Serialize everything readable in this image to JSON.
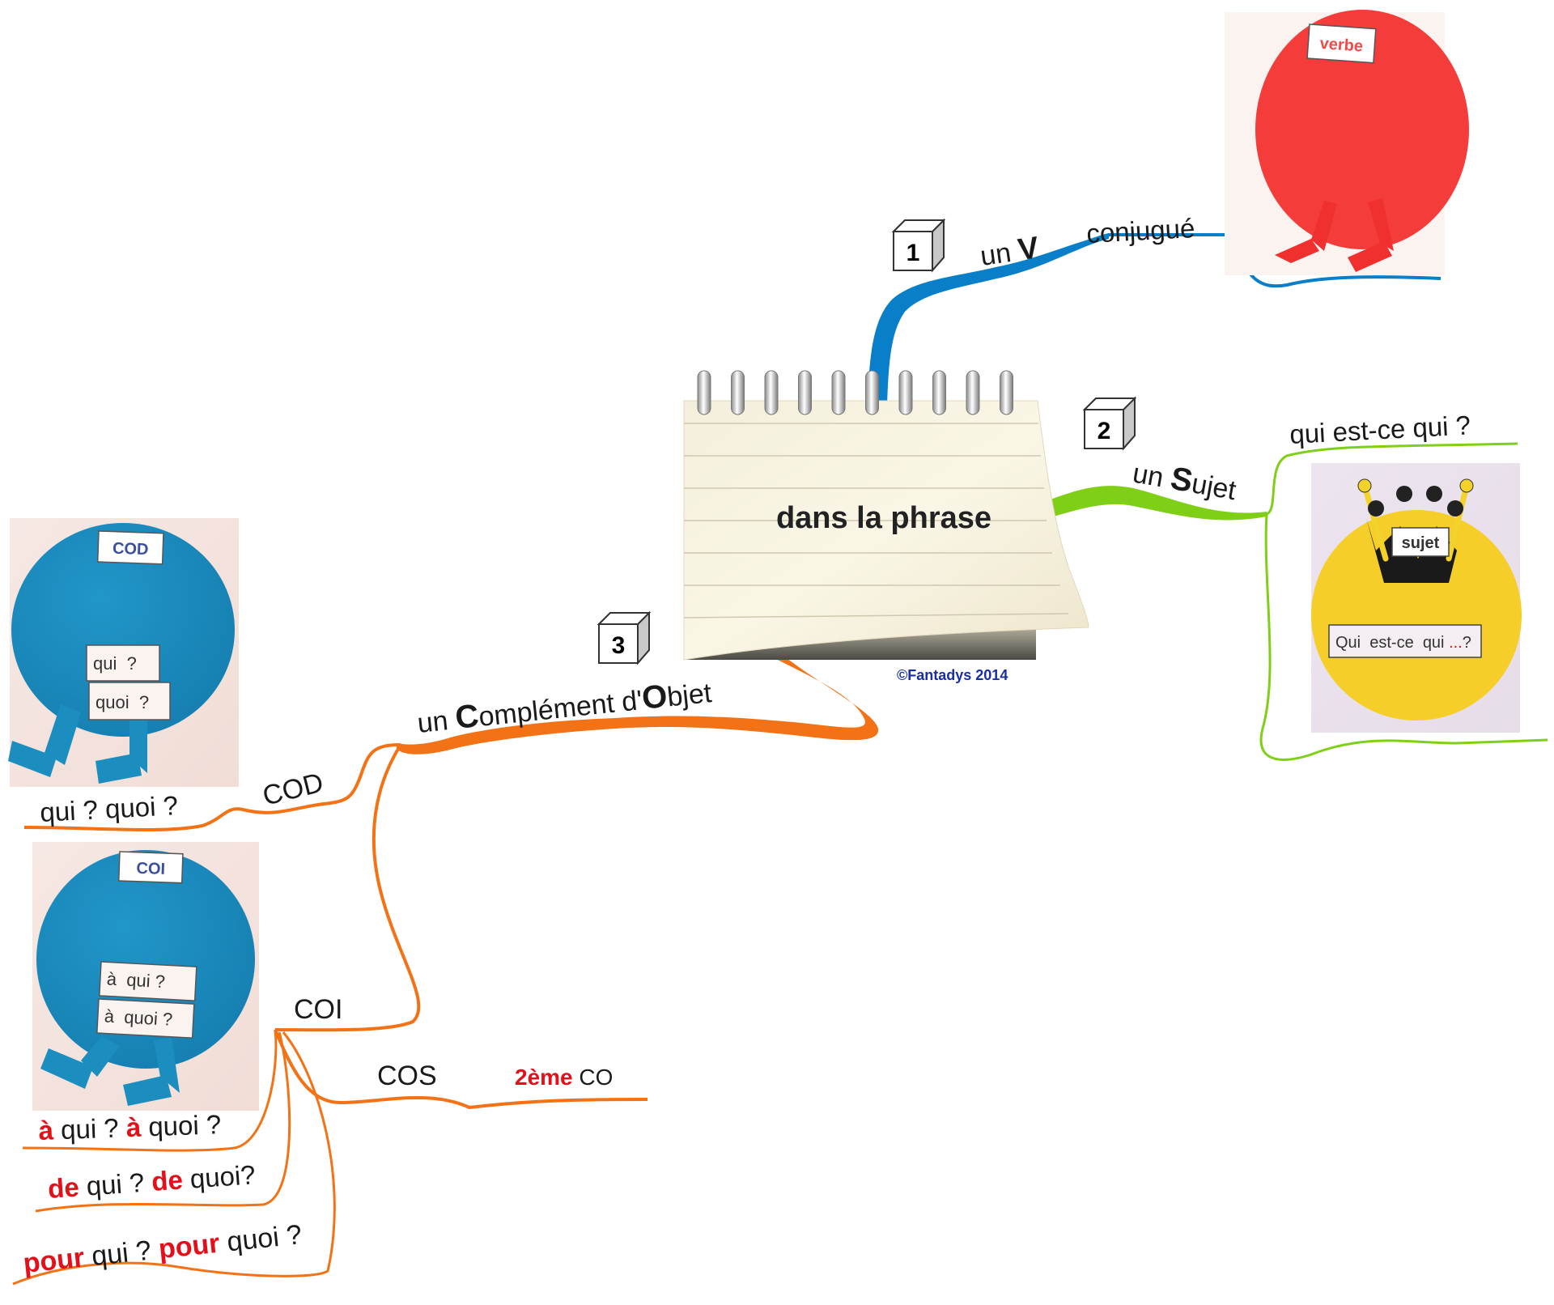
{
  "central": {
    "title": "dans la phrase",
    "copyright": "©Fantadys 2014"
  },
  "colors": {
    "verb_branch": "#0a7fc9",
    "subject_branch": "#7fcf17",
    "object_branch": "#f47216",
    "red_text": "#e3101a",
    "copyright": "#1a2ea8",
    "verb_card": "#f43c3a",
    "subject_card": "#f5ce2a",
    "object_card": "#1c8dbf"
  },
  "branches": {
    "verb": {
      "number": "1",
      "label_prefix": "un ",
      "label_key": "V",
      "sub_label": "conjugué",
      "card": {
        "tag": "verbe"
      }
    },
    "subject": {
      "number": "2",
      "label_prefix": "un ",
      "label_key": "S",
      "label_rest": "ujet",
      "question": "qui est-ce qui ?",
      "card": {
        "tag": "sujet",
        "question_text": "Qui  est-ce  qui ",
        "question_dots": "...",
        "question_end": "?"
      }
    },
    "object": {
      "number": "3",
      "label_p1": "un ",
      "label_k1": "C",
      "label_p2": "omplément d'",
      "label_k2": "O",
      "label_p3": "bjet",
      "cod": {
        "label": "COD",
        "question": "qui ? quoi ?",
        "card": {
          "tag": "COD",
          "line1": "qui  ?",
          "line2": "quoi  ?"
        }
      },
      "coi": {
        "label": "COI",
        "card": {
          "tag": "COI",
          "line1": "à  qui ?",
          "line2": "à  quoi ?"
        },
        "questions": [
          {
            "prep": "à",
            "q1": " qui ? ",
            "prep2": "à",
            "q2": " quoi ?"
          },
          {
            "prep": "de",
            "q1": " qui ? ",
            "prep2": "de",
            "q2": " quoi?"
          },
          {
            "prep": "pour",
            "q1": " qui ? ",
            "prep2": "pour",
            "q2": " quoi ?"
          }
        ]
      },
      "cos": {
        "label": "COS",
        "sub_red": "2ème",
        "sub_rest": " CO"
      }
    }
  }
}
